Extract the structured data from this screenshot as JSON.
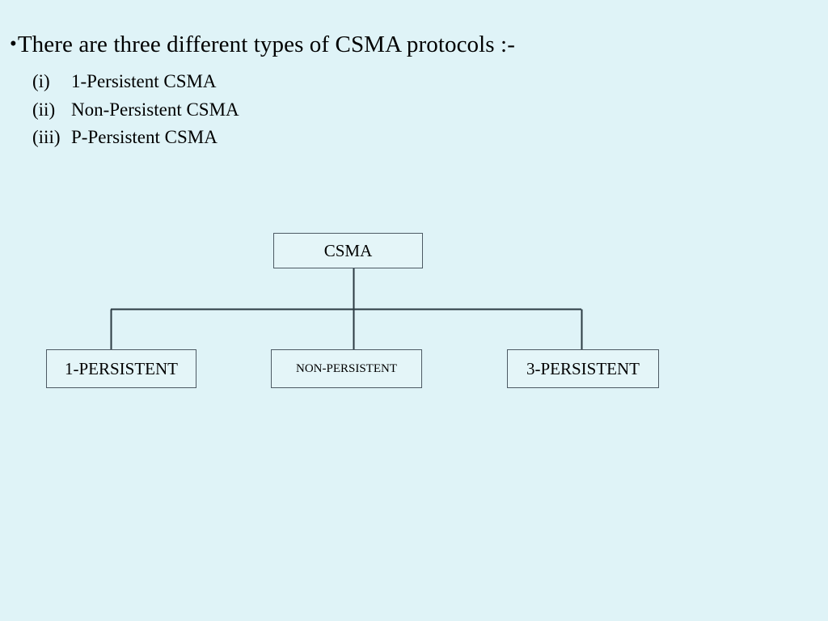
{
  "slide": {
    "background_color": "#dff3f7",
    "text_color": "#000000",
    "headline": {
      "bullet": "•",
      "text": "There are three different types of CSMA protocols :-"
    },
    "list": [
      {
        "marker": "(i)",
        "label": "1-Persistent CSMA"
      },
      {
        "marker": "(ii)",
        "label": "Non-Persistent CSMA"
      },
      {
        "marker": "(iii)",
        "label": "P-Persistent CSMA"
      }
    ]
  },
  "diagram": {
    "type": "tree",
    "box_fill": "#e4f5f8",
    "box_border": "#4d5a64",
    "connector_color": "#2b3a42",
    "root": {
      "label": "CSMA"
    },
    "children": [
      {
        "label": "1-PERSISTENT"
      },
      {
        "label": "NON-PERSISTENT"
      },
      {
        "label": "3-PERSISTENT"
      }
    ]
  }
}
